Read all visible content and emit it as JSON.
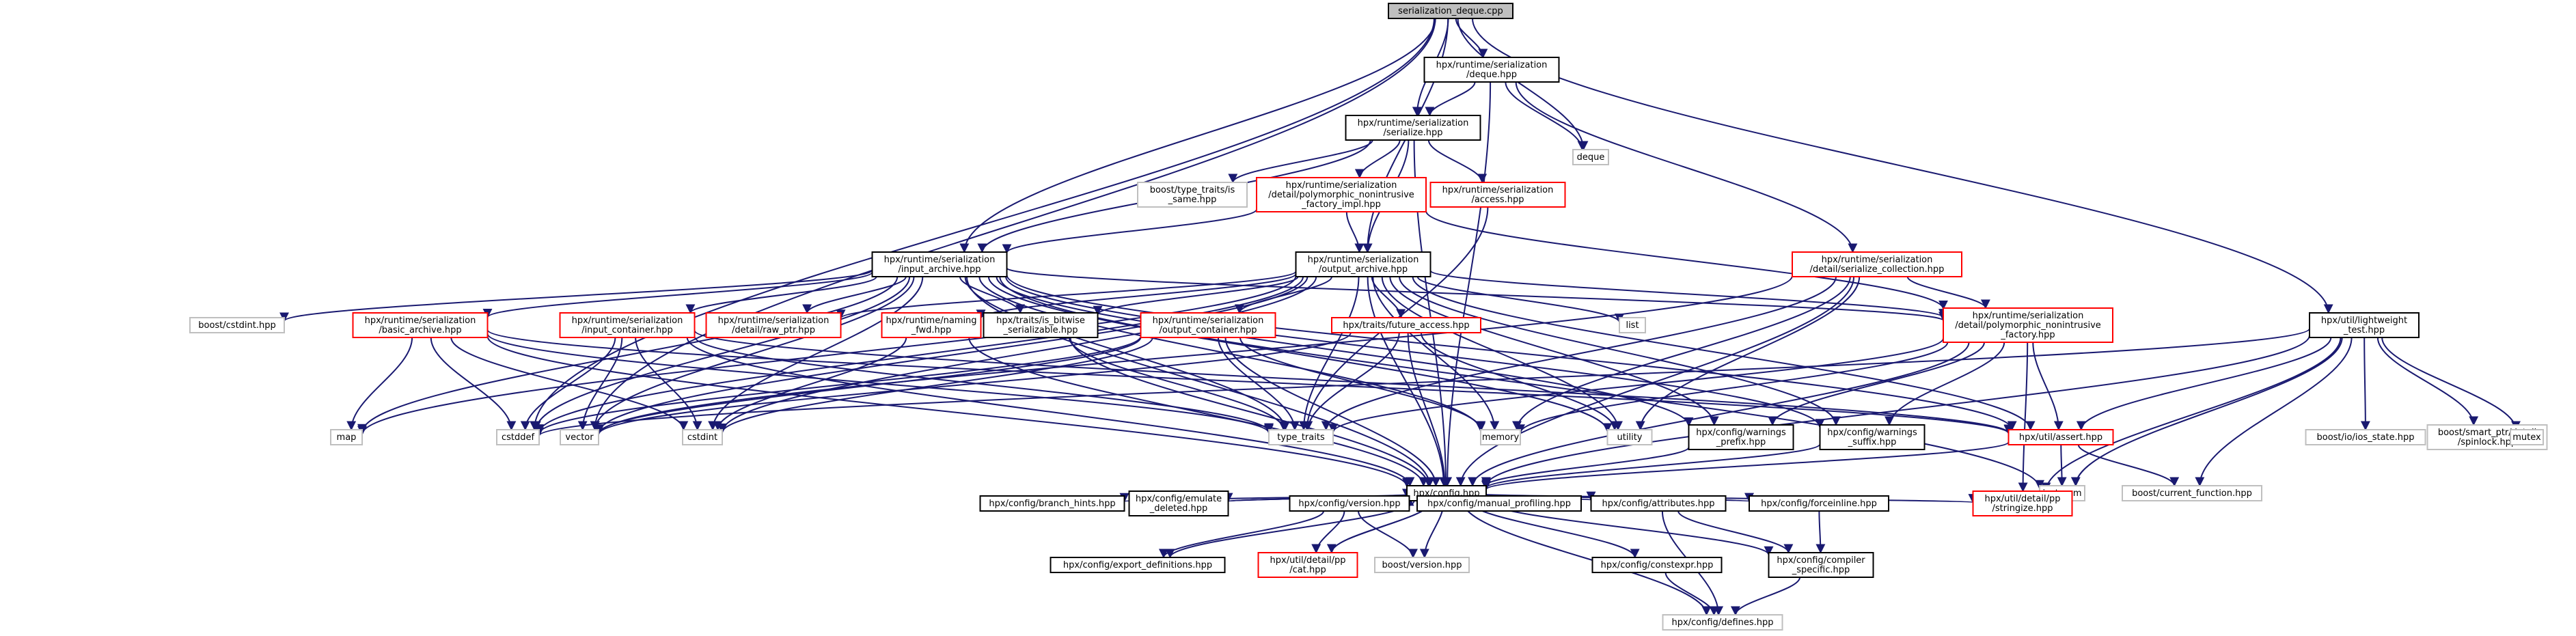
{
  "colors": {
    "edge": "#191970",
    "border_default": "#000000",
    "border_red": "#ff0000",
    "border_gray": "#bfbfbf",
    "fill_default": "#ffffff",
    "fill_root": "#bfbfbf"
  },
  "nodes": [
    {
      "id": "root",
      "lines": [
        "serialization_deque.cpp"
      ],
      "style": "root"
    },
    {
      "id": "deque_hpp",
      "lines": [
        "hpx/runtime/serialization",
        "/deque.hpp"
      ],
      "style": "black"
    },
    {
      "id": "lightweight",
      "lines": [
        "hpx/util/lightweight",
        "_test.hpp"
      ],
      "style": "black"
    },
    {
      "id": "serialize",
      "lines": [
        "hpx/runtime/serialization",
        "/serialize.hpp"
      ],
      "style": "black"
    },
    {
      "id": "deque_std",
      "lines": [
        "deque"
      ],
      "style": "gray"
    },
    {
      "id": "is_same",
      "lines": [
        "boost/type_traits/is",
        "_same.hpp"
      ],
      "style": "gray"
    },
    {
      "id": "poly_nonintr_impl",
      "lines": [
        "hpx/runtime/serialization",
        "/detail/polymorphic_nonintrusive",
        "_factory_impl.hpp"
      ],
      "style": "red"
    },
    {
      "id": "access",
      "lines": [
        "hpx/runtime/serialization",
        "/access.hpp"
      ],
      "style": "red"
    },
    {
      "id": "input_archive",
      "lines": [
        "hpx/runtime/serialization",
        "/input_archive.hpp"
      ],
      "style": "black"
    },
    {
      "id": "output_archive",
      "lines": [
        "hpx/runtime/serialization",
        "/output_archive.hpp"
      ],
      "style": "black"
    },
    {
      "id": "serialize_collection",
      "lines": [
        "hpx/runtime/serialization",
        "/detail/serialize_collection.hpp"
      ],
      "style": "red"
    },
    {
      "id": "boost_cstdint",
      "lines": [
        "boost/cstdint.hpp"
      ],
      "style": "gray"
    },
    {
      "id": "basic_archive",
      "lines": [
        "hpx/runtime/serialization",
        "/basic_archive.hpp"
      ],
      "style": "red"
    },
    {
      "id": "input_container",
      "lines": [
        "hpx/runtime/serialization",
        "/input_container.hpp"
      ],
      "style": "red"
    },
    {
      "id": "raw_ptr",
      "lines": [
        "hpx/runtime/serialization",
        "/detail/raw_ptr.hpp"
      ],
      "style": "red"
    },
    {
      "id": "naming_fwd",
      "lines": [
        "hpx/runtime/naming",
        "_fwd.hpp"
      ],
      "style": "red"
    },
    {
      "id": "is_bitwise",
      "lines": [
        "hpx/traits/is_bitwise",
        "_serializable.hpp"
      ],
      "style": "black"
    },
    {
      "id": "output_container",
      "lines": [
        "hpx/runtime/serialization",
        "/output_container.hpp"
      ],
      "style": "red"
    },
    {
      "id": "future_access",
      "lines": [
        "hpx/traits/future_access.hpp"
      ],
      "style": "red"
    },
    {
      "id": "list",
      "lines": [
        "list"
      ],
      "style": "gray"
    },
    {
      "id": "poly_nonintr",
      "lines": [
        "hpx/runtime/serialization",
        "/detail/polymorphic_nonintrusive",
        "_factory.hpp"
      ],
      "style": "red"
    },
    {
      "id": "map",
      "lines": [
        "map"
      ],
      "style": "gray"
    },
    {
      "id": "cstddef",
      "lines": [
        "cstddef"
      ],
      "style": "gray"
    },
    {
      "id": "vector",
      "lines": [
        "vector"
      ],
      "style": "gray"
    },
    {
      "id": "cstdint",
      "lines": [
        "cstdint"
      ],
      "style": "gray"
    },
    {
      "id": "type_traits",
      "lines": [
        "type_traits"
      ],
      "style": "gray"
    },
    {
      "id": "memory",
      "lines": [
        "memory"
      ],
      "style": "gray"
    },
    {
      "id": "utility",
      "lines": [
        "utility"
      ],
      "style": "gray"
    },
    {
      "id": "warnings_prefix",
      "lines": [
        "hpx/config/warnings",
        "_prefix.hpp"
      ],
      "style": "black"
    },
    {
      "id": "warnings_suffix",
      "lines": [
        "hpx/config/warnings",
        "_suffix.hpp"
      ],
      "style": "black"
    },
    {
      "id": "assert",
      "lines": [
        "hpx/util/assert.hpp"
      ],
      "style": "red"
    },
    {
      "id": "ios_state",
      "lines": [
        "boost/io/ios_state.hpp"
      ],
      "style": "gray"
    },
    {
      "id": "spinlock",
      "lines": [
        "boost/smart_ptr/detail",
        "/spinlock.hpp"
      ],
      "style": "gray"
    },
    {
      "id": "mutex",
      "lines": [
        "mutex"
      ],
      "style": "gray"
    },
    {
      "id": "iostream",
      "lines": [
        "iostream"
      ],
      "style": "gray"
    },
    {
      "id": "current_function",
      "lines": [
        "boost/current_function.hpp"
      ],
      "style": "gray"
    },
    {
      "id": "config",
      "lines": [
        "hpx/config.hpp"
      ],
      "style": "black"
    },
    {
      "id": "branch_hints",
      "lines": [
        "hpx/config/branch_hints.hpp"
      ],
      "style": "black"
    },
    {
      "id": "emulate_deleted",
      "lines": [
        "hpx/config/emulate",
        "_deleted.hpp"
      ],
      "style": "black"
    },
    {
      "id": "version",
      "lines": [
        "hpx/config/version.hpp"
      ],
      "style": "black"
    },
    {
      "id": "manual_profiling",
      "lines": [
        "hpx/config/manual_profiling.hpp"
      ],
      "style": "black"
    },
    {
      "id": "attributes",
      "lines": [
        "hpx/config/attributes.hpp"
      ],
      "style": "black"
    },
    {
      "id": "forceinline",
      "lines": [
        "hpx/config/forceinline.hpp"
      ],
      "style": "black"
    },
    {
      "id": "stringize",
      "lines": [
        "hpx/util/detail/pp",
        "/stringize.hpp"
      ],
      "style": "red"
    },
    {
      "id": "export_definitions",
      "lines": [
        "hpx/config/export_definitions.hpp"
      ],
      "style": "black"
    },
    {
      "id": "cat",
      "lines": [
        "hpx/util/detail/pp",
        "/cat.hpp"
      ],
      "style": "red"
    },
    {
      "id": "boost_version",
      "lines": [
        "boost/version.hpp"
      ],
      "style": "gray"
    },
    {
      "id": "constexpr",
      "lines": [
        "hpx/config/constexpr.hpp"
      ],
      "style": "black"
    },
    {
      "id": "compiler_specific",
      "lines": [
        "hpx/config/compiler",
        "_specific.hpp"
      ],
      "style": "black"
    },
    {
      "id": "defines",
      "lines": [
        "hpx/config/defines.hpp"
      ],
      "style": "gray"
    }
  ],
  "edges": [
    [
      "root",
      "deque_hpp"
    ],
    [
      "root",
      "lightweight"
    ],
    [
      "root",
      "serialize"
    ],
    [
      "root",
      "deque_std"
    ],
    [
      "root",
      "input_archive"
    ],
    [
      "root",
      "output_archive"
    ],
    [
      "root",
      "cstddef"
    ],
    [
      "root",
      "vector"
    ],
    [
      "deque_hpp",
      "serialize"
    ],
    [
      "deque_hpp",
      "deque_std"
    ],
    [
      "deque_hpp",
      "serialize_collection"
    ],
    [
      "deque_hpp",
      "config"
    ],
    [
      "serialize",
      "is_same"
    ],
    [
      "serialize",
      "poly_nonintr_impl"
    ],
    [
      "serialize",
      "access"
    ],
    [
      "serialize",
      "input_archive"
    ],
    [
      "serialize",
      "output_archive"
    ],
    [
      "serialize",
      "config"
    ],
    [
      "poly_nonintr_impl",
      "input_archive"
    ],
    [
      "poly_nonintr_impl",
      "output_archive"
    ],
    [
      "poly_nonintr_impl",
      "poly_nonintr"
    ],
    [
      "access",
      "type_traits"
    ],
    [
      "input_archive",
      "boost_cstdint"
    ],
    [
      "input_archive",
      "basic_archive"
    ],
    [
      "input_archive",
      "input_container"
    ],
    [
      "input_archive",
      "raw_ptr"
    ],
    [
      "input_archive",
      "is_bitwise"
    ],
    [
      "input_archive",
      "map"
    ],
    [
      "input_archive",
      "cstddef"
    ],
    [
      "input_archive",
      "vector"
    ],
    [
      "input_archive",
      "cstdint"
    ],
    [
      "input_archive",
      "type_traits"
    ],
    [
      "input_archive",
      "memory"
    ],
    [
      "input_archive",
      "utility"
    ],
    [
      "input_archive",
      "warnings_prefix"
    ],
    [
      "input_archive",
      "warnings_suffix"
    ],
    [
      "input_archive",
      "assert"
    ],
    [
      "input_archive",
      "poly_nonintr"
    ],
    [
      "input_archive",
      "config"
    ],
    [
      "input_archive",
      "iostream"
    ],
    [
      "output_archive",
      "raw_ptr"
    ],
    [
      "output_archive",
      "naming_fwd"
    ],
    [
      "output_archive",
      "is_bitwise"
    ],
    [
      "output_archive",
      "output_container"
    ],
    [
      "output_archive",
      "future_access"
    ],
    [
      "output_archive",
      "list"
    ],
    [
      "output_archive",
      "poly_nonintr"
    ],
    [
      "output_archive",
      "map"
    ],
    [
      "output_archive",
      "cstddef"
    ],
    [
      "output_archive",
      "vector"
    ],
    [
      "output_archive",
      "cstdint"
    ],
    [
      "output_archive",
      "type_traits"
    ],
    [
      "output_archive",
      "memory"
    ],
    [
      "output_archive",
      "utility"
    ],
    [
      "output_archive",
      "warnings_prefix"
    ],
    [
      "output_archive",
      "warnings_suffix"
    ],
    [
      "output_archive",
      "assert"
    ],
    [
      "output_archive",
      "config"
    ],
    [
      "serialize_collection",
      "poly_nonintr"
    ],
    [
      "serialize_collection",
      "type_traits"
    ],
    [
      "serialize_collection",
      "memory"
    ],
    [
      "serialize_collection",
      "utility"
    ],
    [
      "serialize_collection",
      "config"
    ],
    [
      "serialize_collection",
      "vector"
    ],
    [
      "basic_archive",
      "map"
    ],
    [
      "basic_archive",
      "cstddef"
    ],
    [
      "basic_archive",
      "cstdint"
    ],
    [
      "basic_archive",
      "type_traits"
    ],
    [
      "basic_archive",
      "assert"
    ],
    [
      "basic_archive",
      "config"
    ],
    [
      "input_container",
      "cstddef"
    ],
    [
      "input_container",
      "cstdint"
    ],
    [
      "input_container",
      "vector"
    ],
    [
      "input_container",
      "type_traits"
    ],
    [
      "input_container",
      "assert"
    ],
    [
      "input_container",
      "config"
    ],
    [
      "naming_fwd",
      "cstdint"
    ],
    [
      "naming_fwd",
      "config"
    ],
    [
      "is_bitwise",
      "type_traits"
    ],
    [
      "is_bitwise",
      "config"
    ],
    [
      "output_container",
      "cstddef"
    ],
    [
      "output_container",
      "cstdint"
    ],
    [
      "output_container",
      "vector"
    ],
    [
      "output_container",
      "type_traits"
    ],
    [
      "output_container",
      "memory"
    ],
    [
      "output_container",
      "config"
    ],
    [
      "future_access",
      "type_traits"
    ],
    [
      "future_access",
      "utility"
    ],
    [
      "future_access",
      "vector"
    ],
    [
      "future_access",
      "config"
    ],
    [
      "poly_nonintr",
      "type_traits"
    ],
    [
      "poly_nonintr",
      "memory"
    ],
    [
      "poly_nonintr",
      "warnings_prefix"
    ],
    [
      "poly_nonintr",
      "warnings_suffix"
    ],
    [
      "poly_nonintr",
      "assert"
    ],
    [
      "poly_nonintr",
      "stringize"
    ],
    [
      "poly_nonintr",
      "config"
    ],
    [
      "warnings_prefix",
      "config"
    ],
    [
      "warnings_suffix",
      "config"
    ],
    [
      "assert",
      "config"
    ],
    [
      "assert",
      "iostream"
    ],
    [
      "assert",
      "current_function"
    ],
    [
      "lightweight",
      "ios_state"
    ],
    [
      "lightweight",
      "spinlock"
    ],
    [
      "lightweight",
      "mutex"
    ],
    [
      "lightweight",
      "iostream"
    ],
    [
      "lightweight",
      "assert"
    ],
    [
      "lightweight",
      "config"
    ],
    [
      "lightweight",
      "current_function"
    ],
    [
      "lightweight",
      "stringize"
    ],
    [
      "lightweight",
      "cstddef"
    ],
    [
      "config",
      "branch_hints"
    ],
    [
      "config",
      "emulate_deleted"
    ],
    [
      "config",
      "version"
    ],
    [
      "config",
      "manual_profiling"
    ],
    [
      "config",
      "attributes"
    ],
    [
      "config",
      "forceinline"
    ],
    [
      "config",
      "stringize"
    ],
    [
      "config",
      "export_definitions"
    ],
    [
      "config",
      "cat"
    ],
    [
      "config",
      "boost_version"
    ],
    [
      "config",
      "constexpr"
    ],
    [
      "config",
      "compiler_specific"
    ],
    [
      "config",
      "defines"
    ],
    [
      "emulate_deleted",
      "config"
    ],
    [
      "version",
      "config"
    ],
    [
      "cat",
      "config"
    ],
    [
      "version",
      "export_definitions"
    ],
    [
      "version",
      "cat"
    ],
    [
      "version",
      "boost_version"
    ],
    [
      "attributes",
      "compiler_specific"
    ],
    [
      "attributes",
      "defines"
    ],
    [
      "forceinline",
      "compiler_specific"
    ],
    [
      "constexpr",
      "defines"
    ],
    [
      "compiler_specific",
      "defines"
    ]
  ]
}
